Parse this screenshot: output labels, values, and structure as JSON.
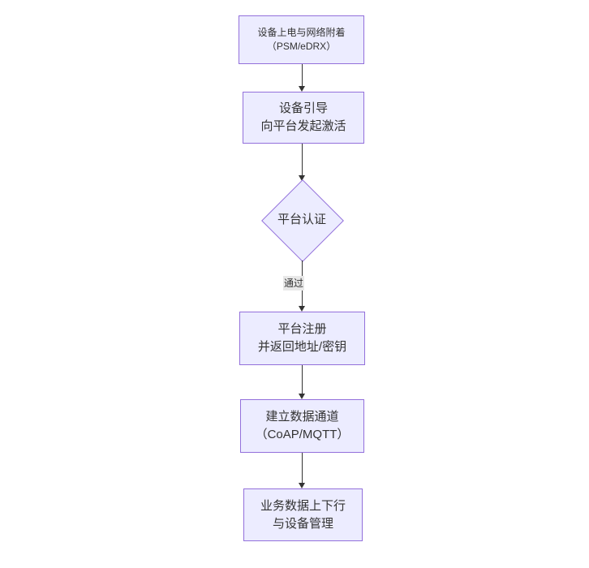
{
  "diagram": {
    "type": "flowchart",
    "direction": "top-down",
    "colors": {
      "node_fill": "#ECECFF",
      "node_border": "#9370DB",
      "text": "#333333",
      "edge": "#333333",
      "edge_label_bg": "#E8E8E8"
    },
    "nodes": [
      {
        "shape": "rect",
        "line1": "设备上电与网络附着",
        "line2": "（PSM/eDRX）"
      },
      {
        "shape": "rect",
        "line1": "设备引导",
        "line2": "向平台发起激活"
      },
      {
        "shape": "diamond",
        "line1": "平台认证"
      },
      {
        "shape": "rect",
        "line1": "平台注册",
        "line2": "并返回地址/密钥"
      },
      {
        "shape": "rect",
        "line1": "建立数据通道",
        "line2": "（CoAP/MQTT）"
      },
      {
        "shape": "rect",
        "line1": "业务数据上下行",
        "line2": "与设备管理"
      }
    ],
    "edges": [
      {
        "from": 1,
        "to": 2,
        "label": ""
      },
      {
        "from": 2,
        "to": 3,
        "label": ""
      },
      {
        "from": 3,
        "to": 4,
        "label": "通过"
      },
      {
        "from": 4,
        "to": 5,
        "label": ""
      },
      {
        "from": 5,
        "to": 6,
        "label": ""
      }
    ]
  }
}
